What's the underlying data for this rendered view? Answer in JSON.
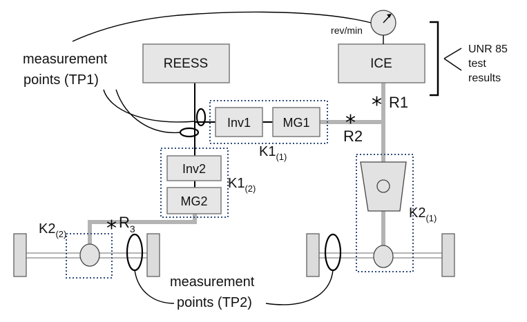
{
  "labels": {
    "reess": "REESS",
    "ice": "ICE",
    "inv1": "Inv1",
    "mg1": "MG1",
    "inv2": "Inv2",
    "mg2": "MG2",
    "rev_min": "rev/min",
    "unr_line1": "UNR 85",
    "unr_line2": "test",
    "unr_line3": "results",
    "tp1_line1": "measurement",
    "tp1_line2": "points (TP1)",
    "tp2_line1": "measurement",
    "tp2_line2": "points (TP2)",
    "r1": "R1",
    "r2": "R2",
    "r3_base": "R",
    "r3_sub": "3",
    "k1_1_base": "K1",
    "k1_1_sub": "(1)",
    "k1_2_base": "K1",
    "k1_2_sub": "(2)",
    "k2_1_base": "K2",
    "k2_1_sub": "(1)",
    "k2_2_base": "K2",
    "k2_2_sub": "(2)",
    "star": "*"
  },
  "colors": {
    "box_fill": "#e6e6e6",
    "dotted_frame": "#2e4a7a",
    "shaft": "#b4b4b4"
  }
}
